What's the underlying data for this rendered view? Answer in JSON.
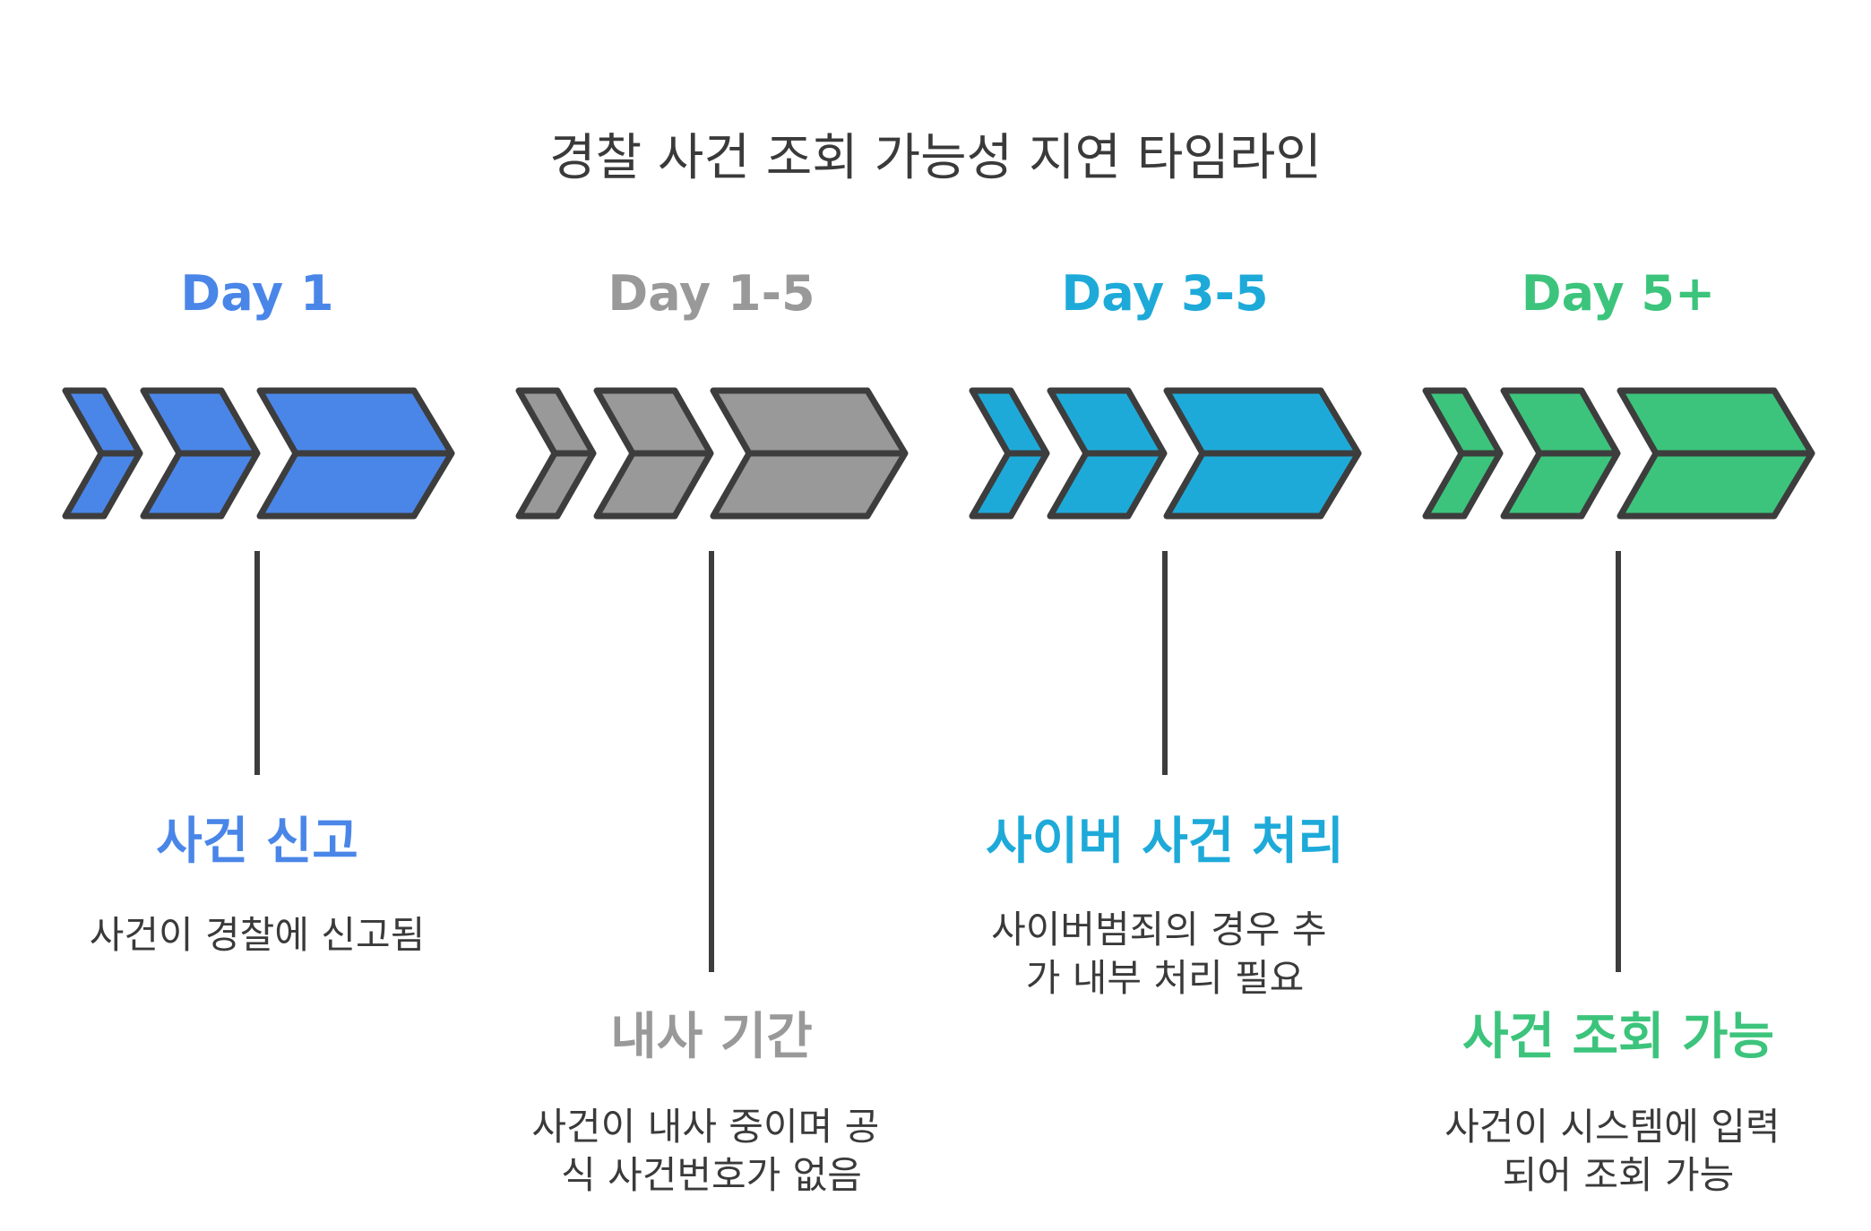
{
  "title": "경찰 사건 조회 가능성 지연 타임라인",
  "stages": [
    {
      "day": "Day 1",
      "heading": "사건 신고",
      "desc_lines": [
        "사건이 경찰에 신고됨"
      ],
      "color": "#4a86e8",
      "position": "upper"
    },
    {
      "day": "Day 1-5",
      "heading": "내사 기간",
      "desc_lines": [
        "사건이 내사 중이며 공",
        "식 사건번호가 없음"
      ],
      "color": "#999999",
      "position": "lower"
    },
    {
      "day": "Day 3-5",
      "heading": "사이버 사건 처리",
      "desc_lines": [
        "사이버범죄의 경우 추",
        "가 내부 처리 필요"
      ],
      "color": "#1eaad9",
      "position": "upper"
    },
    {
      "day": "Day 5+",
      "heading": "사건 조회 가능",
      "desc_lines": [
        "사건이 시스템에 입력",
        "되어 조회 가능"
      ],
      "color": "#3cc47c",
      "position": "lower"
    }
  ]
}
